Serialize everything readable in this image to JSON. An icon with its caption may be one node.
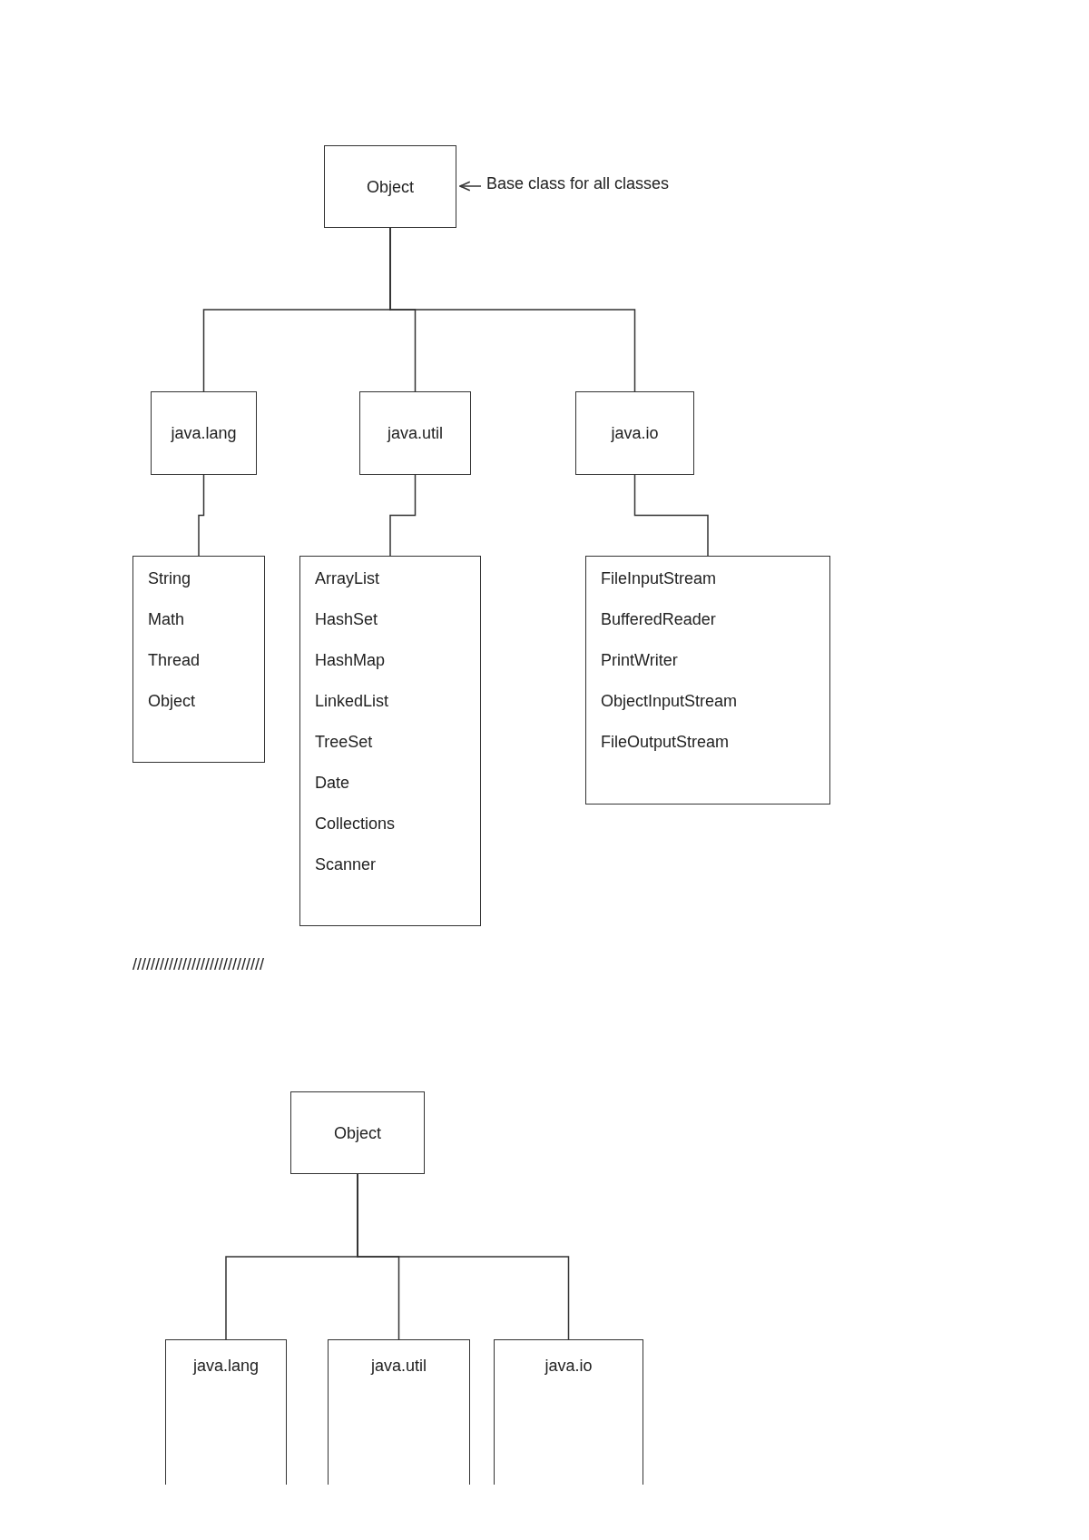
{
  "diagram": {
    "nodes": [
      {
        "text": [
          "Object"
        ]
      },
      {
        "text": [
          "Base class for all classes"
        ]
      },
      {
        "text": [
          "java.lang"
        ]
      },
      {
        "text": [
          "java.util"
        ]
      },
      {
        "text": [
          "java.io"
        ]
      },
      {
        "text": [
          "String",
          "Math",
          "Thread",
          "Object"
        ]
      },
      {
        "text": [
          "ArrayList",
          "HashSet",
          "HashMap",
          "LinkedList",
          "TreeSet",
          "Date",
          "Collections",
          "Scanner"
        ]
      },
      {
        "text": [
          "FileInputStream",
          "BufferedReader",
          "PrintWriter",
          "ObjectInputStream",
          "FileOutputStream"
        ]
      },
      {
        "text": [
          "Object"
        ]
      },
      {
        "text": [
          "java.lang"
        ]
      },
      {
        "text": [
          "java.util"
        ]
      },
      {
        "text": [
          "java.io"
        ]
      }
    ],
    "edges": [
      {
        "from": 1,
        "to": 0,
        "arrow": "to"
      },
      {
        "from": 0,
        "to": 2,
        "arrow": "none"
      },
      {
        "from": 0,
        "to": 3,
        "arrow": "none"
      },
      {
        "from": 0,
        "to": 4,
        "arrow": "none"
      },
      {
        "from": 2,
        "to": 5,
        "arrow": "none"
      },
      {
        "from": 3,
        "to": 6,
        "arrow": "none"
      },
      {
        "from": 4,
        "to": 7,
        "arrow": "none"
      },
      {
        "from": 8,
        "to": 9,
        "arrow": "none"
      },
      {
        "from": 8,
        "to": 10,
        "arrow": "none"
      },
      {
        "from": 8,
        "to": 11,
        "arrow": "none"
      }
    ],
    "labels": [
      "/////////////////////////////"
    ]
  }
}
